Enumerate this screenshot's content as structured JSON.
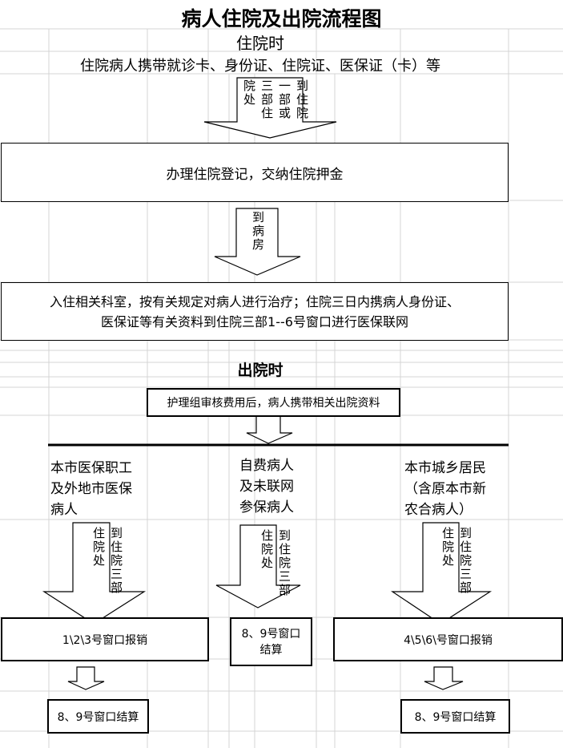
{
  "title": "病人住院及出院流程图",
  "admission": {
    "heading": "住院时",
    "documents": "住院病人携带就诊卡、身份证、住院证、医保证（卡）等",
    "arrow1_text": "到住院一部或三部住院处",
    "step1": "办理住院登记，交纳住院押金",
    "arrow2_text": "到病房",
    "step2_line1": "入住相关科室，按有关规定对病人进行治疗；住院三日内携病人身份证、",
    "step2_line2": "医保证等有关资料到住院三部1--6号窗口进行医保联网"
  },
  "discharge": {
    "heading": "出院时",
    "step1": "护理组审核费用后，病人携带相关出院资料",
    "groups": [
      {
        "label": "本市医保职工\n及外地市医保\n病人",
        "arrow_text": "到住院三部住院处",
        "window": "1\\2\\3号窗口报销",
        "settle": "8、9号窗口结算"
      },
      {
        "label": "自费病人\n及未联网\n参保病人",
        "arrow_text": "到住院三部住院处",
        "window": "8、9号窗口结算"
      },
      {
        "label": "本市城乡居民\n（含原本市新\n农合病人）",
        "arrow_text": "到住院三部住院处",
        "window": "4\\5\\6\\号窗口报销",
        "settle": "8、9号窗口结算"
      }
    ]
  }
}
